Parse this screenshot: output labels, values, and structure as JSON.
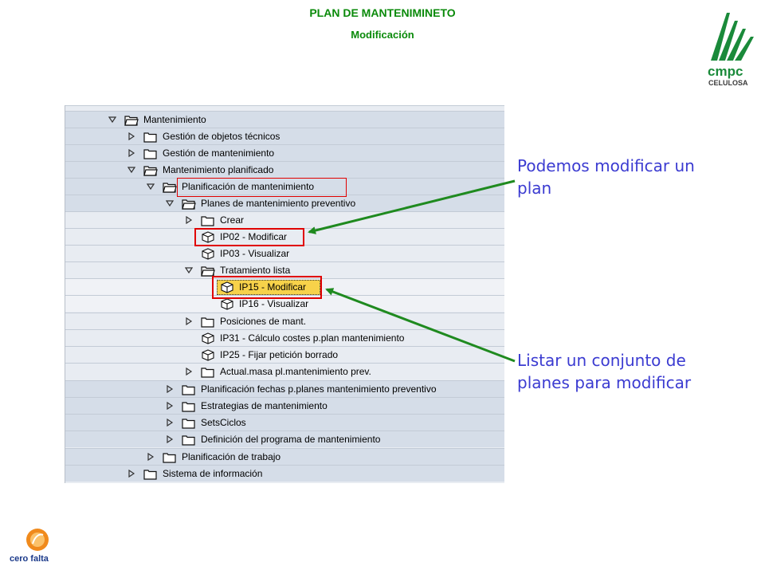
{
  "header": {
    "title": "PLAN DE MANTENIMINETO",
    "subtitle": "Modificación"
  },
  "logo": {
    "word": "cmpc",
    "sub": "CELULOSA"
  },
  "bottom_logo": {
    "text": "cero falta"
  },
  "tree": {
    "rows": [
      {
        "label": "Mantenimiento",
        "expanded": true
      },
      {
        "label": "Gestión de objetos técnicos",
        "expanded": false
      },
      {
        "label": "Gestión de mantenimiento",
        "expanded": false
      },
      {
        "label": "Mantenimiento planificado",
        "expanded": true
      },
      {
        "label": "Planificación de mantenimiento",
        "expanded": true
      },
      {
        "label": "Planes de mantenimiento preventivo",
        "expanded": true
      },
      {
        "label": "Crear",
        "expanded": false
      },
      {
        "label": "IP02 - Modificar"
      },
      {
        "label": "IP03 - Visualizar"
      },
      {
        "label": "Tratamiento lista",
        "expanded": true
      },
      {
        "label": "IP15 - Modificar",
        "selected": true
      },
      {
        "label": "IP16 - Visualizar"
      },
      {
        "label": "Posiciones de mant.",
        "expanded": false
      },
      {
        "label": "IP31 - Cálculo costes p.plan mantenimiento"
      },
      {
        "label": "IP25 - Fijar petición borrado"
      },
      {
        "label": "Actual.masa pl.mantenimiento prev.",
        "expanded": false
      },
      {
        "label": "Planificación fechas p.planes mantenimiento preventivo",
        "expanded": false
      },
      {
        "label": "Estrategias de mantenimiento",
        "expanded": false
      },
      {
        "label": "SetsCiclos",
        "expanded": false
      },
      {
        "label": "Definición del programa de mantenimiento",
        "expanded": false
      },
      {
        "label": "Planificación de trabajo",
        "expanded": false
      },
      {
        "label": "Sistema de información",
        "expanded": false
      }
    ]
  },
  "callouts": {
    "modify_line1": "Podemos modificar un",
    "modify_line2": "plan",
    "list_line1": "Listar un conjunto de",
    "list_line2": "planes para modificar"
  },
  "colors": {
    "header_green": "#0a8a0a",
    "callout_blue": "#3b3bd1",
    "arrow_green": "#1f8a1f",
    "highlight_red": "#e00000",
    "selection_yellow": "#f7d24a"
  },
  "icons": {
    "expanded": "triangle-down-icon",
    "collapsed": "triangle-right-icon",
    "folder": "folder-icon",
    "folder_open": "folder-open-icon",
    "transaction": "cube-icon"
  }
}
